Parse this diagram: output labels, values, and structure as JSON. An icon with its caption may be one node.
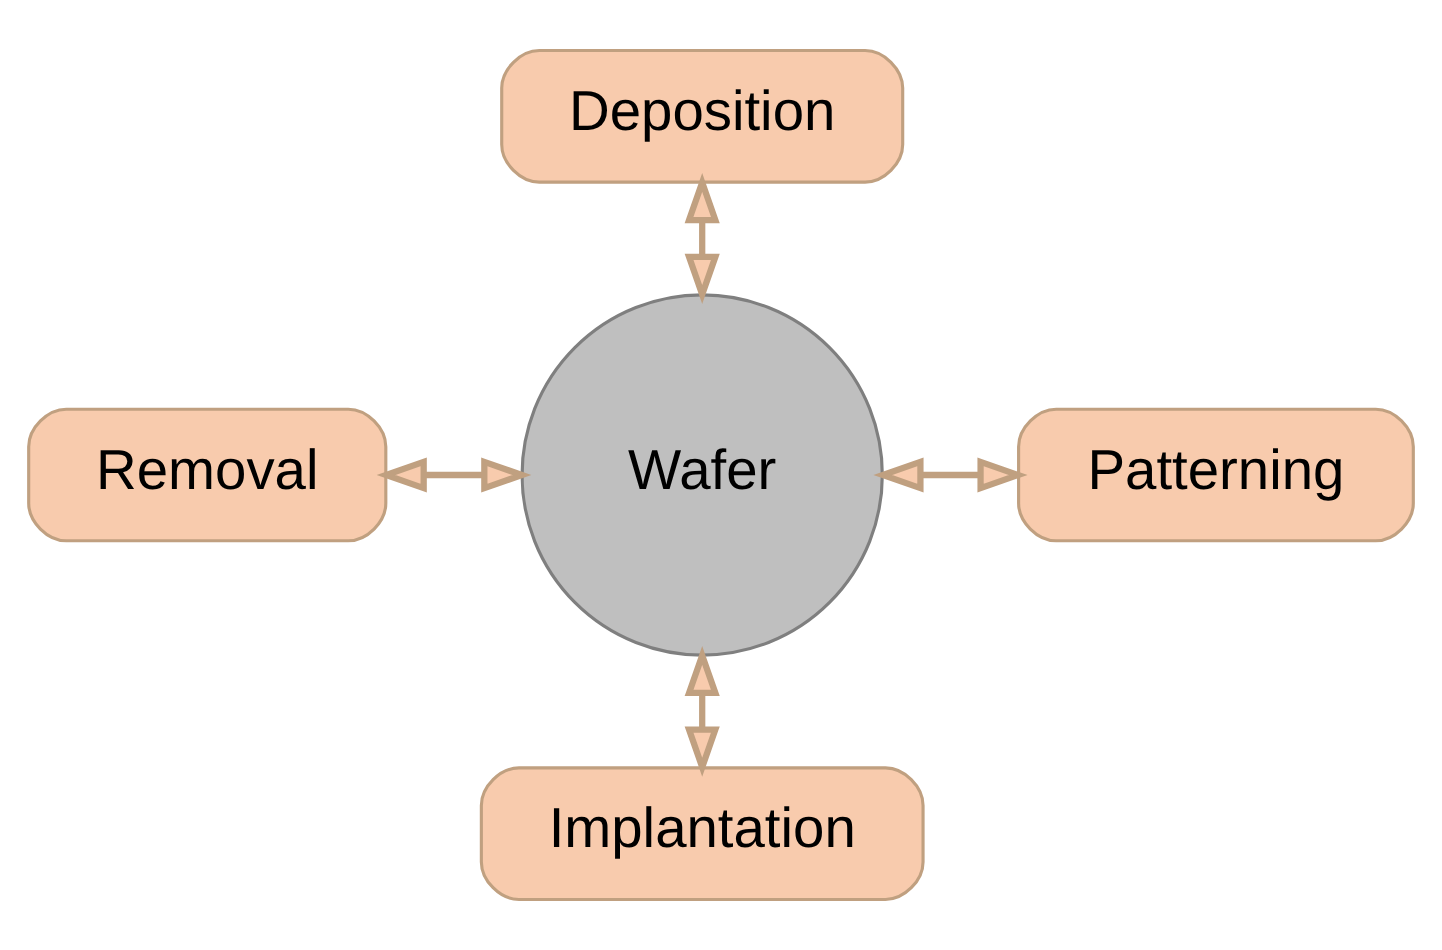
{
  "diagram": {
    "nodes": [
      {
        "text": [
          "Deposition"
        ]
      },
      {
        "text": [
          "Removal"
        ]
      },
      {
        "text": [
          "Wafer"
        ]
      },
      {
        "text": [
          "Patterning"
        ]
      },
      {
        "text": [
          "Implantation"
        ]
      }
    ],
    "edges": [
      {
        "from": 2,
        "to": 0,
        "arrow": "both"
      },
      {
        "from": 2,
        "to": 1,
        "arrow": "both"
      },
      {
        "from": 2,
        "to": 3,
        "arrow": "both"
      },
      {
        "from": 2,
        "to": 4,
        "arrow": "both"
      }
    ]
  }
}
